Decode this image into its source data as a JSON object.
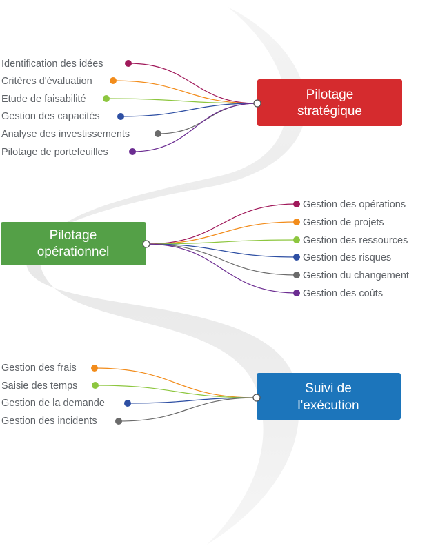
{
  "groups": [
    {
      "id": "strategique",
      "title_lines": [
        "Pilotage",
        "stratégique"
      ],
      "color": "#d52b2e",
      "items": [
        {
          "label": "Identification des idées",
          "dot": "#a0195a"
        },
        {
          "label": "Critères d'évaluation",
          "dot": "#f28c1b"
        },
        {
          "label": "Etude de faisabilité",
          "dot": "#8dc63f"
        },
        {
          "label": "Gestion des capacités",
          "dot": "#2e4fa3"
        },
        {
          "label": "Analyse des investissements",
          "dot": "#6b6b6b"
        },
        {
          "label": "Pilotage de portefeuilles",
          "dot": "#6b2c91"
        }
      ]
    },
    {
      "id": "operationnel",
      "title_lines": [
        "Pilotage",
        "opérationnel"
      ],
      "color": "#54a047",
      "items": [
        {
          "label": "Gestion des opérations",
          "dot": "#a0195a"
        },
        {
          "label": "Gestion de projets",
          "dot": "#f28c1b"
        },
        {
          "label": "Gestion des ressources",
          "dot": "#8dc63f"
        },
        {
          "label": "Gestion des risques",
          "dot": "#2e4fa3"
        },
        {
          "label": "Gestion du changement",
          "dot": "#6b6b6b"
        },
        {
          "label": "Gestion des coûts",
          "dot": "#6b2c91"
        }
      ]
    },
    {
      "id": "execution",
      "title_lines": [
        "Suivi de",
        "l'exécution"
      ],
      "color": "#1c75bb",
      "items": [
        {
          "label": "Gestion des frais",
          "dot": "#f28c1b"
        },
        {
          "label": "Saisie des temps",
          "dot": "#8dc63f"
        },
        {
          "label": "Gestion de la demande",
          "dot": "#2e4fa3"
        },
        {
          "label": "Gestion des incidents",
          "dot": "#6b6b6b"
        }
      ]
    }
  ]
}
